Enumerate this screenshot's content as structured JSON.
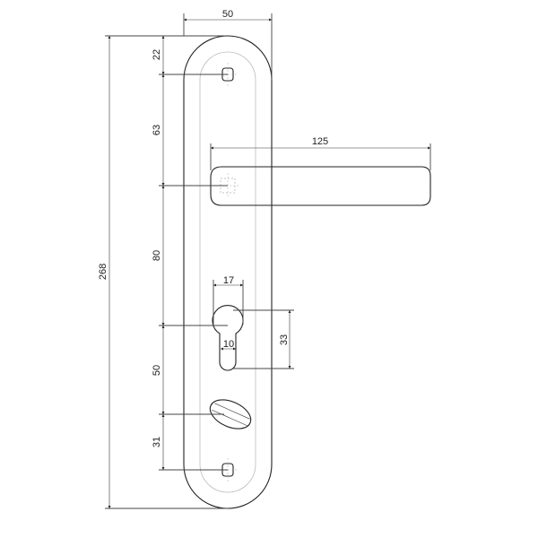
{
  "dimensions": {
    "plate_width": "50",
    "lever_length": "125",
    "total_height": "268",
    "top_to_screw": "22",
    "screw_to_lever": "63",
    "lever_to_cylinder": "80",
    "cylinder_to_turn": "50",
    "turn_to_screw": "31",
    "cylinder_head_width": "17",
    "cylinder_slot_width": "10",
    "cylinder_height": "33"
  }
}
